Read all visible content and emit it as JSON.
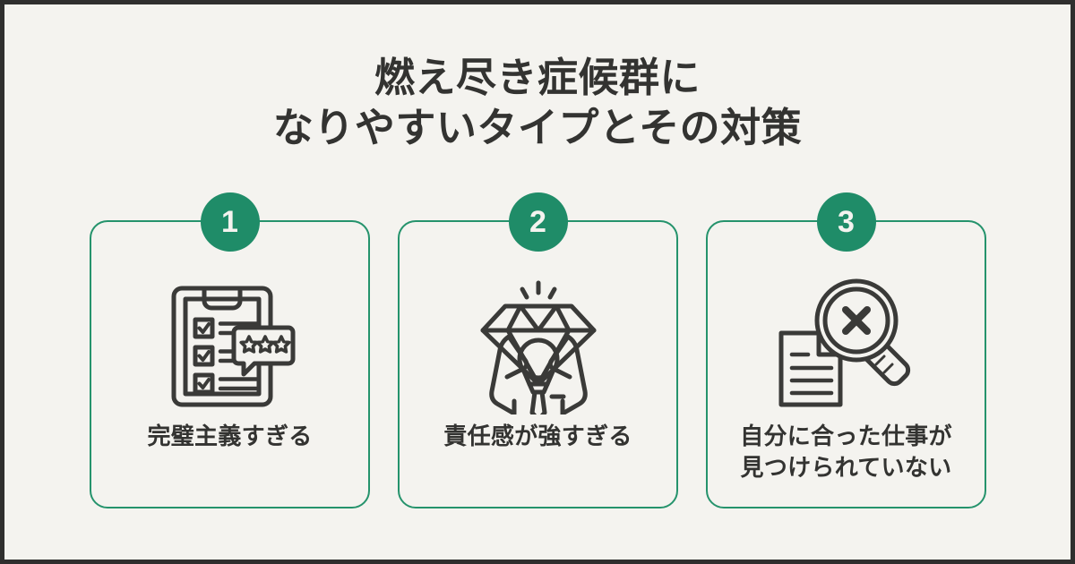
{
  "theme": {
    "background": "#f4f3ef",
    "frame": "#2f2f2e",
    "accent_green": "#1f8c68",
    "card_border": "#25936c",
    "text_dark": "#333331",
    "icon_stroke": "#3a3a38"
  },
  "header": {
    "title": "燃え尽き症候群に\nなりやすいタイプとその対策"
  },
  "cards": [
    {
      "number": "1",
      "label": "完璧主義すぎる",
      "icon": "clipboard-checklist-stars-icon"
    },
    {
      "number": "2",
      "label": "責任感が強すぎる",
      "icon": "person-holding-diamond-icon"
    },
    {
      "number": "3",
      "label": "自分に合った仕事が\n見つけられていない",
      "icon": "document-magnifier-x-icon"
    }
  ]
}
